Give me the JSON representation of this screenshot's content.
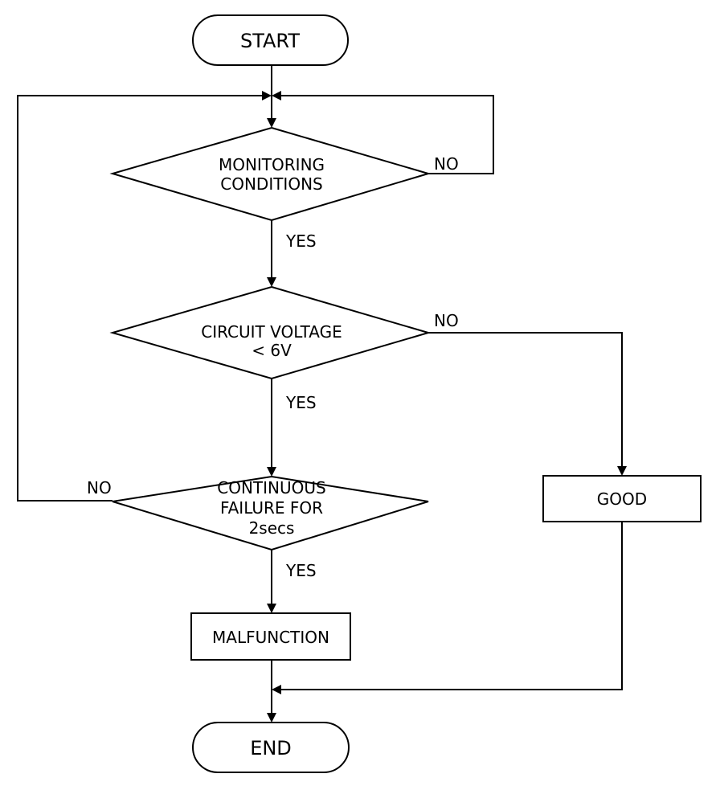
{
  "flowchart": {
    "start": "START",
    "end": "END",
    "decision_monitoring": [
      "MONITORING",
      "CONDITIONS"
    ],
    "decision_voltage": [
      "CIRCUIT VOLTAGE",
      "< 6V"
    ],
    "decision_continuous": [
      "CONTINUOUS",
      "FAILURE FOR",
      "2secs"
    ],
    "process_malfunction": "MALFUNCTION",
    "process_good": "GOOD",
    "labels": {
      "monitoring_no": "NO",
      "monitoring_yes": "YES",
      "voltage_no": "NO",
      "voltage_yes": "YES",
      "continuous_no": "NO",
      "continuous_yes": "YES"
    }
  }
}
